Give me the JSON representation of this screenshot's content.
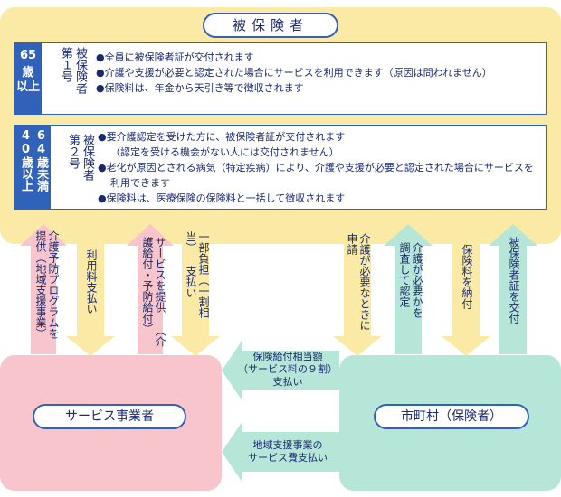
{
  "header": {
    "title": "被保険者"
  },
  "first_category": {
    "age": [
      "65",
      "歳",
      "以上"
    ],
    "category_label": [
      "被保険者",
      "第１号"
    ],
    "bullets": [
      "●全員に被保険者証が交付されます",
      "●介護や支援が必要と認定された場合にサービスを利用できます（原因は問われません）",
      "●保険料は、年金から天引き等で徴収されます"
    ]
  },
  "second_category": {
    "age": [
      "64歳未満",
      "40歳以上"
    ],
    "category_label": [
      "被保険者",
      "第２号"
    ],
    "bullets": [
      "●要介護認定を受けた方に、被保険者証が交付されます",
      "（認定を受ける機会がない人には交付されません）",
      "●老化が原因とされる病気（特定疾病）により、介護や支援が必要と認定された場合にサービスを",
      "利用できます",
      "●保険料は、医療保険の保険料と一括して徴収されます"
    ]
  },
  "flows": {
    "prevention": [
      "介護予防プログラムを",
      "提供（地域支援事業）"
    ],
    "fee_payment": "利用料支払い",
    "service_provision": [
      "サービスを提供",
      "（介護給付・予防給付）"
    ],
    "copay": [
      "一部負担（一割相当）",
      "支払い"
    ],
    "apply": [
      "介護が必要なときに",
      "申請"
    ],
    "certify": [
      "介護が必要かを",
      "調査して認定"
    ],
    "premium": "保険料を納付",
    "card": "被保険者証を交付",
    "benefit_payment": [
      "保険給付相当額",
      "（サービス料の９割）",
      "支払い"
    ],
    "community_payment": [
      "地域支援事業の",
      "サービス費支払い"
    ]
  },
  "provider": {
    "label": "サービス事業者"
  },
  "municipality": {
    "label": "市町村（保険者）"
  },
  "colors": {
    "yellow": "#fbeaa6",
    "pink": "#f7c5cb",
    "mint": "#b6e6d8",
    "blue": "#2f62b8"
  }
}
